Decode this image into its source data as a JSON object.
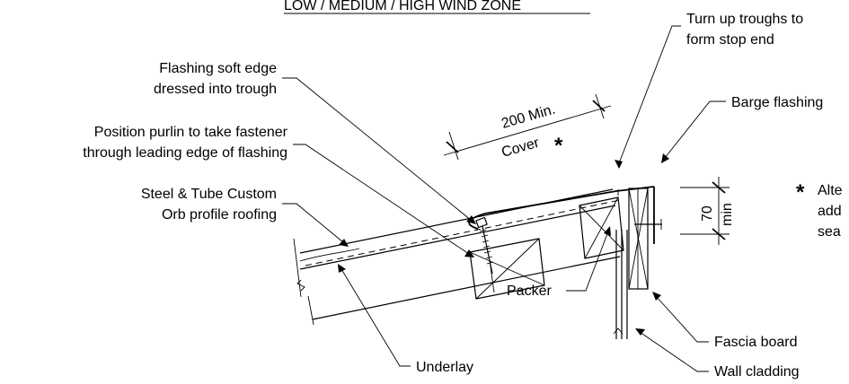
{
  "header": {
    "title": "LOW / MEDIUM / HIGH WIND ZONE"
  },
  "labels": {
    "turn_up_line1": "Turn up troughs to",
    "turn_up_line2": "form stop end",
    "flashing_soft_line1": "Flashing soft edge",
    "flashing_soft_line2": "dressed into trough",
    "position_purlin_line1": "Position purlin to take fastener",
    "position_purlin_line2": "through leading edge of flashing",
    "barge_flashing": "Barge flashing",
    "steel_tube_line1": "Steel & Tube Custom",
    "steel_tube_line2": "Orb profile roofing",
    "packer": "Packer",
    "underlay": "Underlay",
    "fascia_board": "Fascia board",
    "wall_cladding": "Wall cladding"
  },
  "dimensions": {
    "cover_top": "200 Min.",
    "cover_bottom": "Cover",
    "cover_mark": "*",
    "height_value": "70",
    "height_unit": "min"
  },
  "note": {
    "mark": "*",
    "line1": "Alte",
    "line2": "add",
    "line3": "sea"
  }
}
